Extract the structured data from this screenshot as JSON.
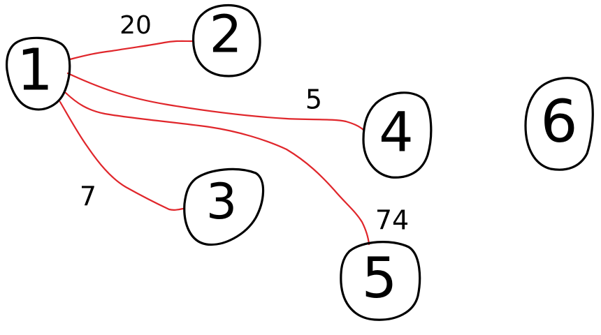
{
  "colors": {
    "edge": "#e0262b",
    "node_outline": "#000000",
    "text": "#000000",
    "background": "#ffffff"
  },
  "nodes": [
    {
      "id": "1",
      "label": "1"
    },
    {
      "id": "2",
      "label": "2"
    },
    {
      "id": "3",
      "label": "3"
    },
    {
      "id": "4",
      "label": "4"
    },
    {
      "id": "5",
      "label": "5"
    },
    {
      "id": "6",
      "label": "6"
    }
  ],
  "edges": [
    {
      "from": "1",
      "to": "2",
      "weight": "20"
    },
    {
      "from": "1",
      "to": "4",
      "weight": "5"
    },
    {
      "from": "1",
      "to": "3",
      "weight": "7"
    },
    {
      "from": "1",
      "to": "5",
      "weight": "74"
    }
  ]
}
